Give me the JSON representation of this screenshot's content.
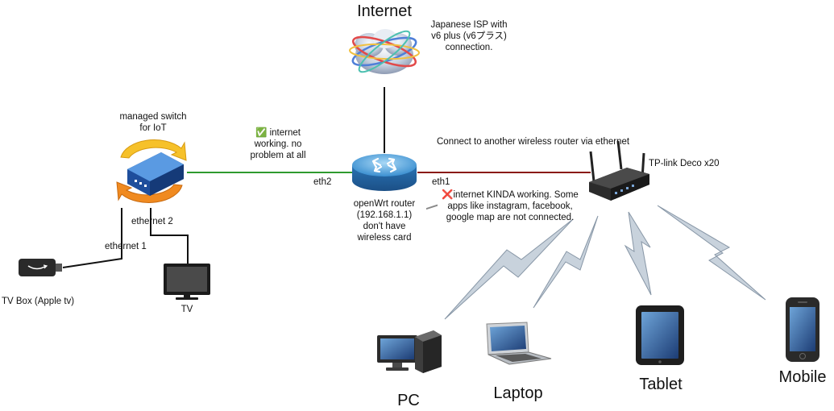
{
  "internet": {
    "title": "Internet",
    "isp_note": [
      "Japanese ISP with",
      "v6 plus (v6プラス)",
      "connection."
    ]
  },
  "router": {
    "name_lines": [
      "openWrt router",
      "(192.168.1.1)",
      "don't have",
      "wireless card"
    ],
    "port_eth1": "eth1",
    "port_eth2": "eth2"
  },
  "switch": {
    "name_lines": [
      "managed switch",
      "for IoT"
    ],
    "port_eth1": "ethernet 1",
    "port_eth2": "ethernet 2"
  },
  "deco": {
    "name": "TP-link Deco x20",
    "link_note": "Connect to another wireless router via ethernet"
  },
  "status": {
    "eth2_icon": "✅",
    "eth2_lines": [
      "internet",
      "working. no",
      "problem at all"
    ],
    "eth1_icon": "❌",
    "eth1_lines": [
      "internet KINDA working. Some",
      "apps like instagram, facebook,",
      "google map are not connected."
    ]
  },
  "devices": {
    "tvbox": "TV Box (Apple tv)",
    "tv": "TV",
    "pc": "PC",
    "laptop": "Laptop",
    "tablet": "Tablet",
    "mobile": "Mobile"
  },
  "colors": {
    "eth2_link": "#2e9a2e",
    "eth1_link": "#8a1a10",
    "wire": "#111111",
    "lightning": "#c8d2dc",
    "switch_orange": "#f08a20",
    "switch_yellow": "#f6c12a",
    "router_blue": "#3b8fd0"
  },
  "icons": [
    "cloud-icon",
    "router-icon",
    "switch-icon",
    "wireless-router-icon",
    "tv-box-icon",
    "tv-icon",
    "pc-icon",
    "laptop-icon",
    "tablet-icon",
    "mobile-icon",
    "lightning-icon"
  ]
}
